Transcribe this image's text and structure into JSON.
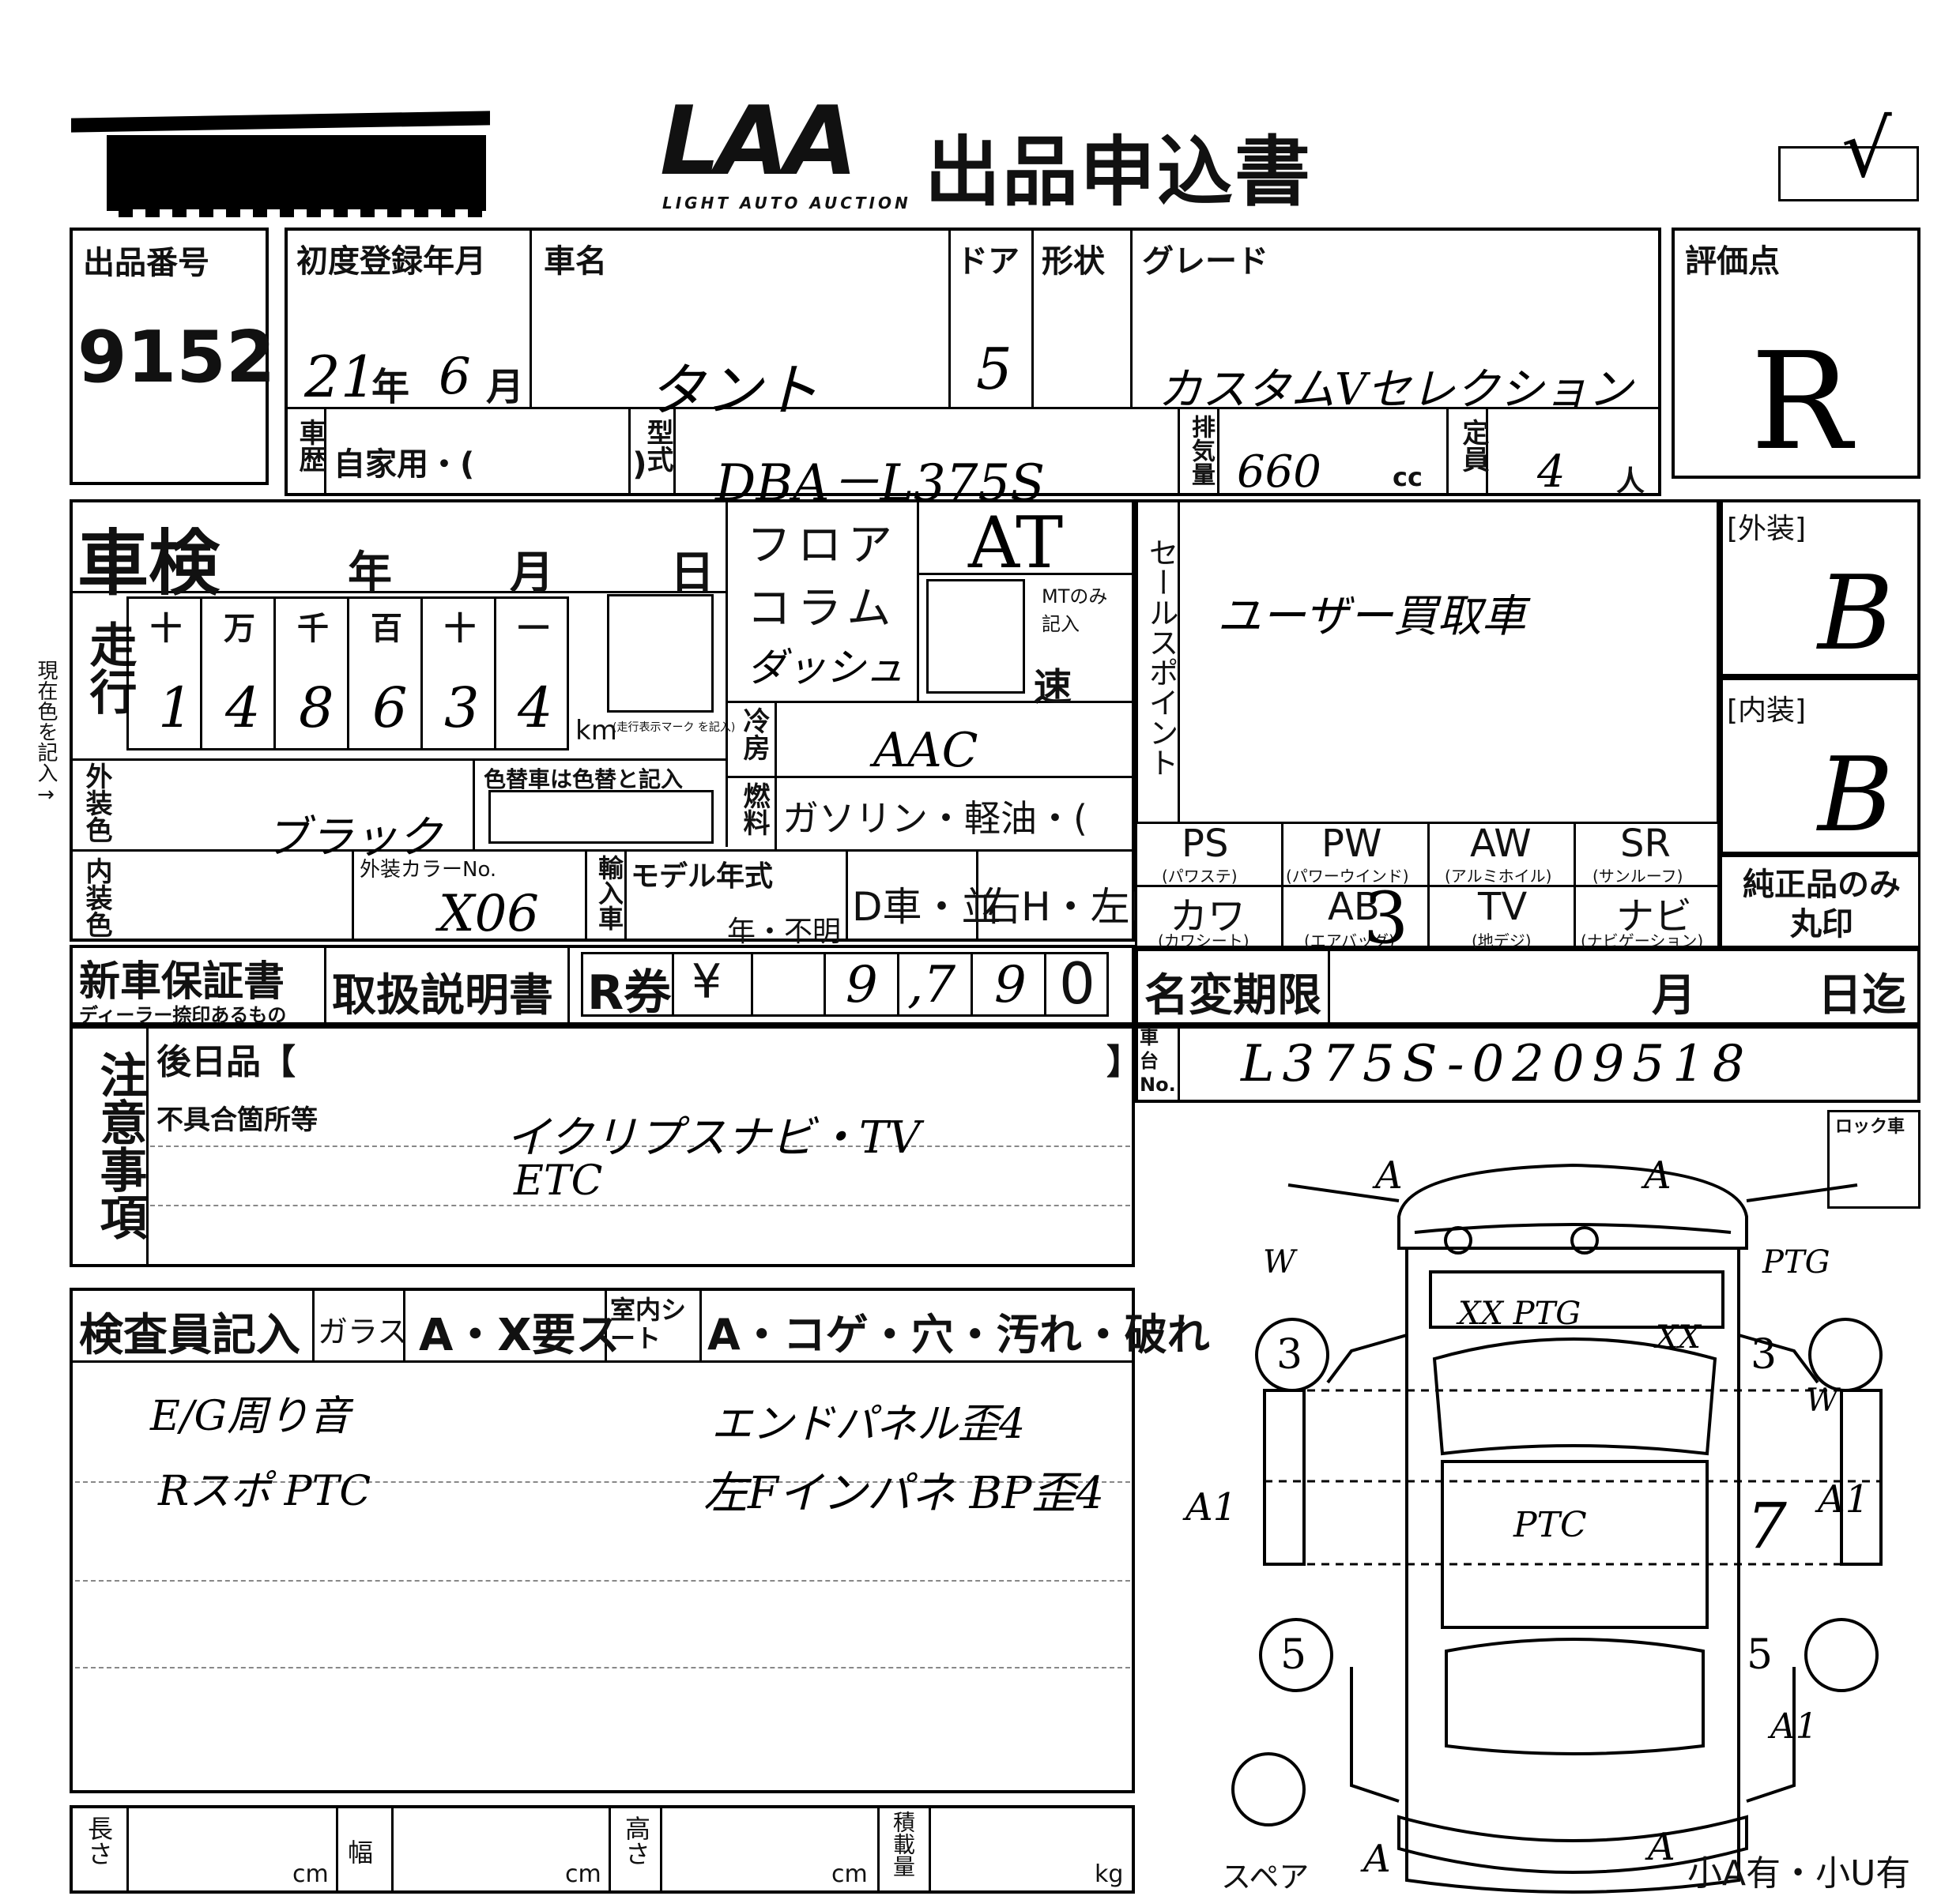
{
  "logo": {
    "main": "LAA",
    "sub": "LIGHT AUTO AUCTION"
  },
  "title": "出品申込書",
  "check_mark": "√",
  "lot": {
    "label": "出品番号",
    "value": "9152"
  },
  "reg": {
    "label": "初度登録年月",
    "year": "21",
    "year_unit": "年",
    "month": "6",
    "month_unit": "月"
  },
  "car_name": {
    "label": "車名",
    "value": "タント"
  },
  "doors": {
    "label": "ドア",
    "value": "5"
  },
  "shape": {
    "label": "形状",
    "value": ""
  },
  "grade": {
    "label": "グレード",
    "value": "カスタムVセレクション"
  },
  "score": {
    "label": "評価点",
    "value": "R"
  },
  "history": {
    "label": "車歴",
    "value": "自家用・(　　　　　)"
  },
  "model": {
    "label": "型式",
    "value": "DBA－L375S"
  },
  "displacement": {
    "label": "排気量",
    "value": "660",
    "unit": "cc"
  },
  "capacity": {
    "label": "定員",
    "value": "4",
    "unit": "人"
  },
  "inspection": {
    "label": "車検",
    "year": "年",
    "month": "月",
    "day": "日"
  },
  "shift": {
    "floor": "フロア",
    "column": "コラム",
    "dash": "ダッシュ",
    "value": "AT",
    "mt_note": "MTのみ記入",
    "speed": "速"
  },
  "mileage": {
    "label": "走行",
    "units": [
      "十",
      "万",
      "千",
      "百",
      "十",
      "一"
    ],
    "digits": [
      "1",
      "4",
      "8",
      "6",
      "3",
      "4"
    ],
    "unit": "km",
    "note": "(走行表示マーク を記入)"
  },
  "side_note": "現在色を記入→",
  "ac": {
    "label": "冷房",
    "value": "AAC"
  },
  "fuel": {
    "label": "燃料",
    "options": "ガソリン・軽油・(　　　　)"
  },
  "sales_point": {
    "label": "セールスポイント",
    "value": "ユーザー買取車"
  },
  "exterior_grade": {
    "label": "[外装]",
    "value": "B"
  },
  "interior_grade": {
    "label": "[内装]",
    "value": "B"
  },
  "color": {
    "label": "外装色",
    "value": "ブラック",
    "change_note": "色替車は色替と記入"
  },
  "interior_color": {
    "label": "内装色"
  },
  "color_no": {
    "label": "外装カラーNo.",
    "value": "X06"
  },
  "import": {
    "label": "輸入車"
  },
  "model_year": {
    "label": "モデル年式",
    "suffix": "年・不明"
  },
  "dealer": "D車・並",
  "handle": "右H・左H",
  "equipment": [
    {
      "code": "PS",
      "name": "(パワステ)"
    },
    {
      "code": "PW",
      "name": "(パワーウインド)"
    },
    {
      "code": "AW",
      "name": "(アルミホイル)"
    },
    {
      "code": "SR",
      "name": "(サンルーフ)"
    },
    {
      "code": "カワ",
      "name": "(カワシート)"
    },
    {
      "code": "AB",
      "name": "(エアバッグ)"
    },
    {
      "code": "TV",
      "name": "(地デジ)"
    },
    {
      "code": "ナビ",
      "name": "(ナビゲーション)"
    }
  ],
  "genuine_note": "純正品のみ丸印",
  "warranty": {
    "label": "新車保証書",
    "note": "ディーラー捺印あるもの"
  },
  "manual": "取扱説明書",
  "recycle": {
    "label": "R券",
    "yen": "¥",
    "digits": [
      "",
      "",
      "9",
      ",7",
      "9",
      "0"
    ]
  },
  "name_change": {
    "label": "名変期限",
    "month": "月",
    "day": "日迄"
  },
  "chassis": {
    "label": "車台No.",
    "value": "L375S-0209518"
  },
  "notes": {
    "label": "注意事項",
    "later": "後日品【",
    "later_close": "】",
    "defects_label": "不具合箇所等",
    "line1": "イクリプスナビ・TV",
    "line2": "ETC"
  },
  "lock_car": "ロック車",
  "inspector": {
    "label": "検査員記入",
    "glass_label": "ガラス",
    "glass_value": "A・X要ス",
    "seat_label": "室内シート",
    "seat_value": "A・コゲ・穴・汚れ・破れ",
    "note1": "E/G周り音",
    "note2": "Rスポ PTC",
    "note3": "エンドパネル歪4",
    "note4": "左Fインパネ BP歪4"
  },
  "dims": [
    {
      "label": "長さ",
      "unit": "cm"
    },
    {
      "label": "幅",
      "unit": "cm"
    },
    {
      "label": "高さ",
      "unit": "cm"
    },
    {
      "label": "積載量",
      "unit": "kg"
    }
  ],
  "diagram": {
    "marks": [
      "A",
      "A",
      "W",
      "PTG",
      "XX PTG",
      "XX",
      "3",
      "3",
      "W",
      "A1",
      "PTC",
      "7",
      "A1",
      "5",
      "5",
      "A1",
      "A",
      "A"
    ],
    "spare": "スペア",
    "small_a": "小A有・小U有"
  }
}
